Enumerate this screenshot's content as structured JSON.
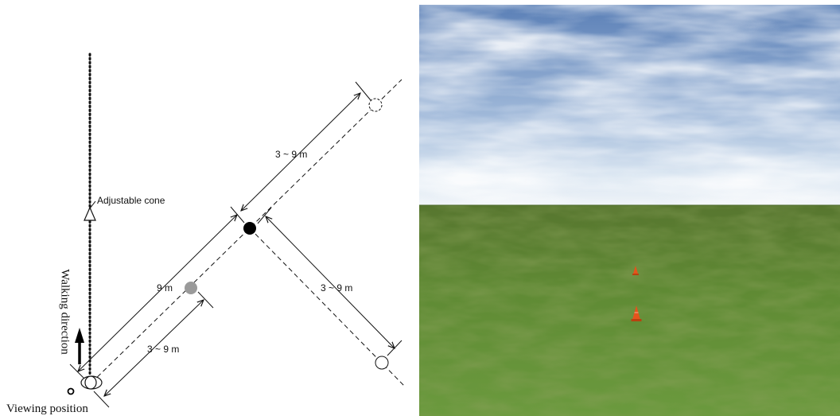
{
  "diagram": {
    "adjustable_cone_label": "Adjustable cone",
    "walking_direction_label": "Walking direction",
    "viewing_position_label": "Viewing position",
    "dist_far_label": "3 ~ 9 m",
    "dist_9m_label": "9 m",
    "dist_right_label": "3 ~ 9 m",
    "dist_near_label": "3 ~ 9 m"
  },
  "scene": {
    "sky_top_color": "#5a7fb6",
    "sky_horizon_color": "#eef3f8",
    "grass_color": "#5f8a34",
    "cone_color": "#e5541c"
  }
}
